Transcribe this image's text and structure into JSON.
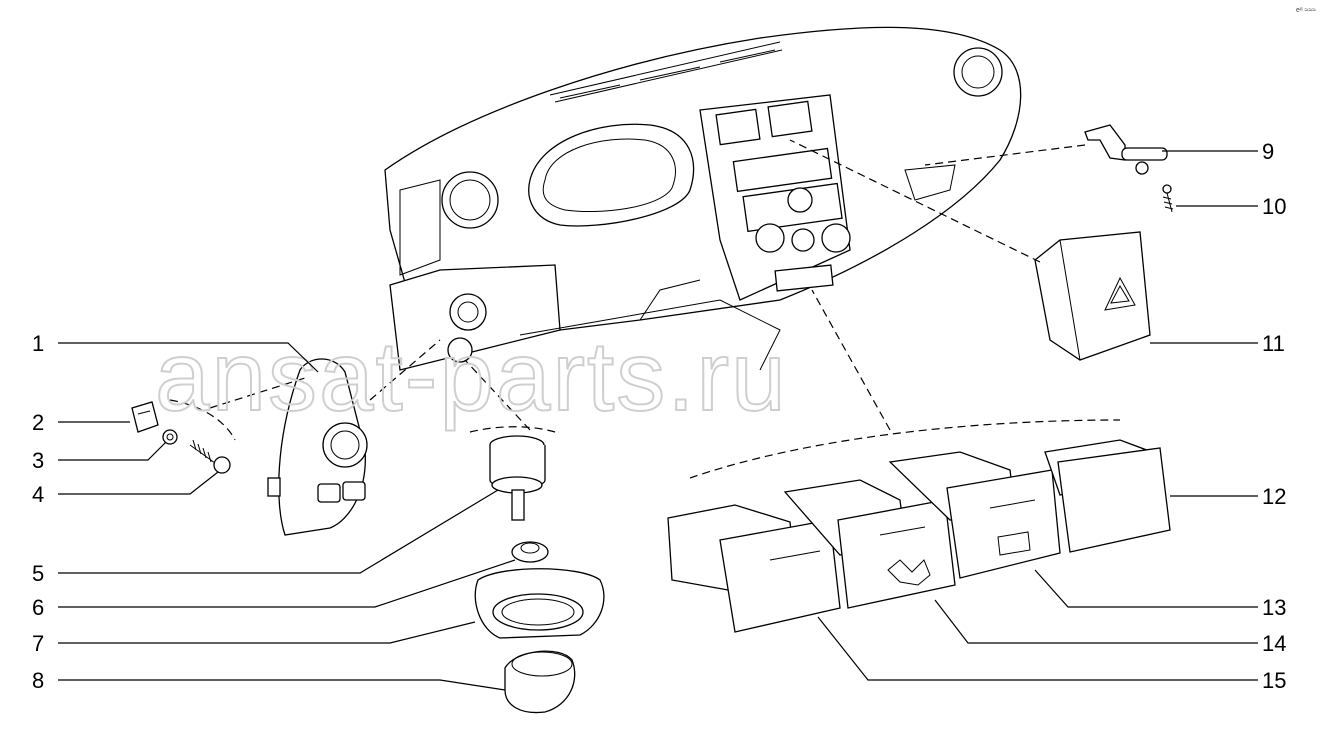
{
  "watermark": "ansat-parts.ru",
  "corner_code": "eᵅ ≈≈≈",
  "callouts": [
    {
      "num": "1"
    },
    {
      "num": "2"
    },
    {
      "num": "3"
    },
    {
      "num": "4"
    },
    {
      "num": "5"
    },
    {
      "num": "6"
    },
    {
      "num": "7"
    },
    {
      "num": "8"
    },
    {
      "num": "9"
    },
    {
      "num": "10"
    },
    {
      "num": "11"
    },
    {
      "num": "12"
    },
    {
      "num": "13"
    },
    {
      "num": "14"
    },
    {
      "num": "15"
    }
  ]
}
